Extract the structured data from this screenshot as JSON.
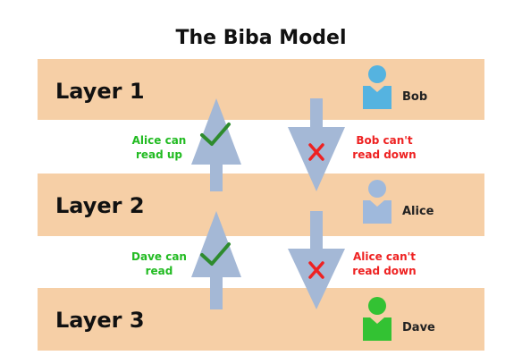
{
  "title": "The Biba Model",
  "colors": {
    "band": "#f6cfa6",
    "arrow": "#a4b8d6",
    "allowed_text": "#22bb22",
    "denied_text": "#ee2222",
    "check": "#2e8b2e",
    "cross": "#ee2222",
    "bob": "#55b3e0",
    "alice": "#9fb9dc",
    "dave": "#33c233"
  },
  "layers": [
    {
      "label": "Layer 1",
      "person": "Bob",
      "person_icon": "user-icon"
    },
    {
      "label": "Layer 2",
      "person": "Alice",
      "person_icon": "user-icon"
    },
    {
      "label": "Layer 3",
      "person": "Dave",
      "person_icon": "user-icon"
    }
  ],
  "transitions": [
    {
      "allowed": {
        "lines": [
          "Alice can",
          "read up"
        ],
        "icon": "check-icon",
        "direction": "up"
      },
      "denied": {
        "lines": [
          "Bob can't",
          "read down"
        ],
        "icon": "cross-icon",
        "direction": "down"
      }
    },
    {
      "allowed": {
        "lines": [
          "Dave can",
          "read"
        ],
        "icon": "check-icon",
        "direction": "up"
      },
      "denied": {
        "lines": [
          "Alice can't",
          "read down"
        ],
        "icon": "cross-icon",
        "direction": "down"
      }
    }
  ]
}
